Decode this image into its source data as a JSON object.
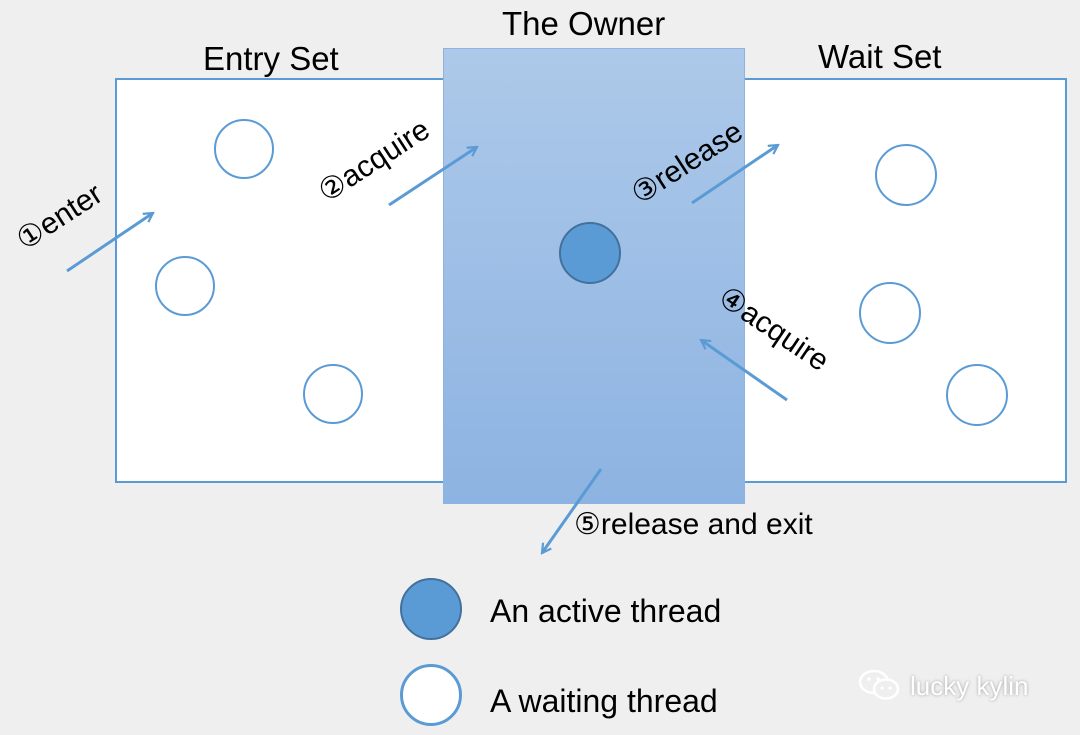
{
  "titles": {
    "entry_set": "Entry Set",
    "owner": "The Owner",
    "wait_set": "Wait Set"
  },
  "steps": {
    "enter": "①enter",
    "acquire_entry": "②acquire",
    "release_wait": "③release",
    "acquire_wait": "④acquire",
    "release_exit": "⑤release and exit"
  },
  "legend": {
    "active": "An active thread",
    "waiting": "A waiting thread"
  },
  "watermark": "lucky kylin",
  "colors": {
    "accent": "#5b9bd5",
    "owner_fill_top": "#adc9e9",
    "owner_fill_bottom": "#8db3e2",
    "background": "#efeff0"
  }
}
